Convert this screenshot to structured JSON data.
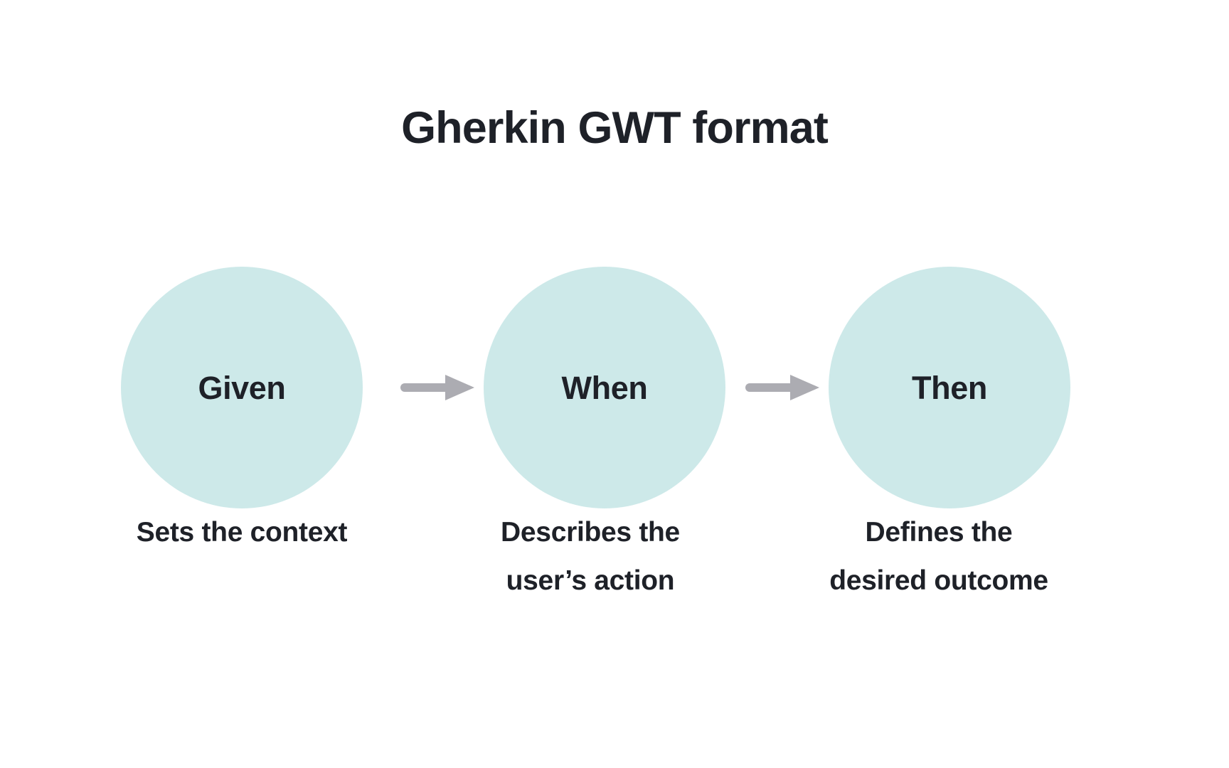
{
  "page": {
    "title": "Gherkin GWT format",
    "background_color": "#FFFFFF",
    "text_color": "#1E2128"
  },
  "theme": {
    "circle_fill": "#CDE9E9",
    "arrow_color": "#ACACB2",
    "title_color": "#1E2128",
    "label_color": "#1E2128",
    "caption_color": "#1E2128"
  },
  "diagram": {
    "type": "flow",
    "direction": "left-to-right",
    "steps": [
      {
        "id": "given",
        "label": "Given",
        "caption_lines": [
          "Sets the context"
        ]
      },
      {
        "id": "when",
        "label": "When",
        "caption_lines": [
          "Describes the",
          "user’s action"
        ]
      },
      {
        "id": "then",
        "label": "Then",
        "caption_lines": [
          "Defines the",
          "desired outcome"
        ]
      }
    ],
    "connectors": [
      {
        "id": "given-to-when",
        "icon": "arrow-right-icon",
        "from": "given",
        "to": "when"
      },
      {
        "id": "when-to-then",
        "icon": "arrow-right-icon",
        "from": "when",
        "to": "then"
      }
    ]
  }
}
